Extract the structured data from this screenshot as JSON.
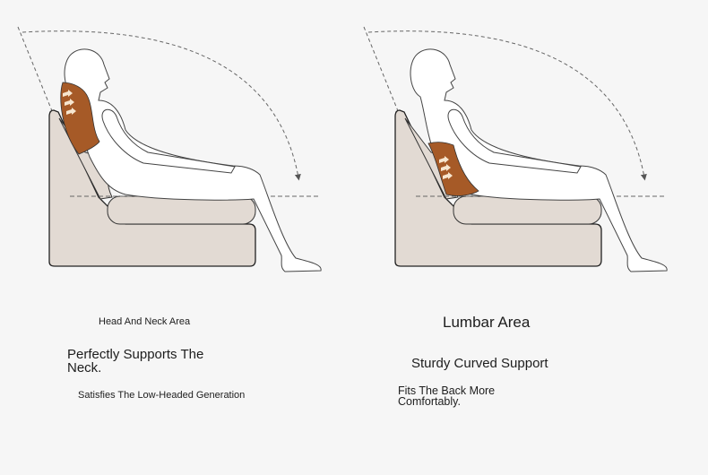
{
  "colors": {
    "sofa": "#e2dad3",
    "pillow": "#a65a27",
    "background": "#f6f6f6"
  },
  "left_panel": {
    "heading": "Head And Neck Area",
    "subheading": "Perfectly Supports The Neck.",
    "description": "Satisfies The Low-Headed Generation"
  },
  "right_panel": {
    "heading": "Lumbar Area",
    "subheading": "Sturdy Curved Support",
    "description": "Fits The Back More Comfortably."
  }
}
